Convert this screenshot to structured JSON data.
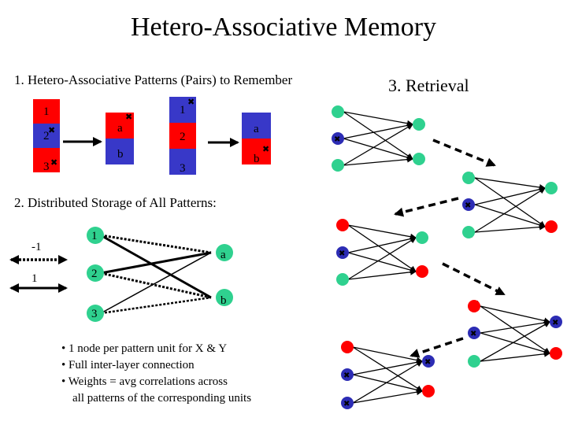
{
  "title": "Hetero-Associative Memory",
  "section1": "1. Hetero-Associative Patterns (Pairs) to Remember",
  "section2": "2. Distributed Storage of All Patterns:",
  "section3": "3. Retrieval",
  "units_x": [
    "1",
    "2",
    "3"
  ],
  "units_y": [
    "a",
    "b"
  ],
  "legend": {
    "negative": "-1",
    "positive": "1"
  },
  "bullets": [
    "• 1 node per pattern unit for X & Y",
    "• Full inter-layer connection",
    "• Weights = avg correlations across",
    "all patterns of the corresponding units"
  ],
  "colors": {
    "red": "#ff0000",
    "blue": "#3838c8",
    "green": "#2fd18f",
    "dark_blue": "#2c2cb4"
  }
}
